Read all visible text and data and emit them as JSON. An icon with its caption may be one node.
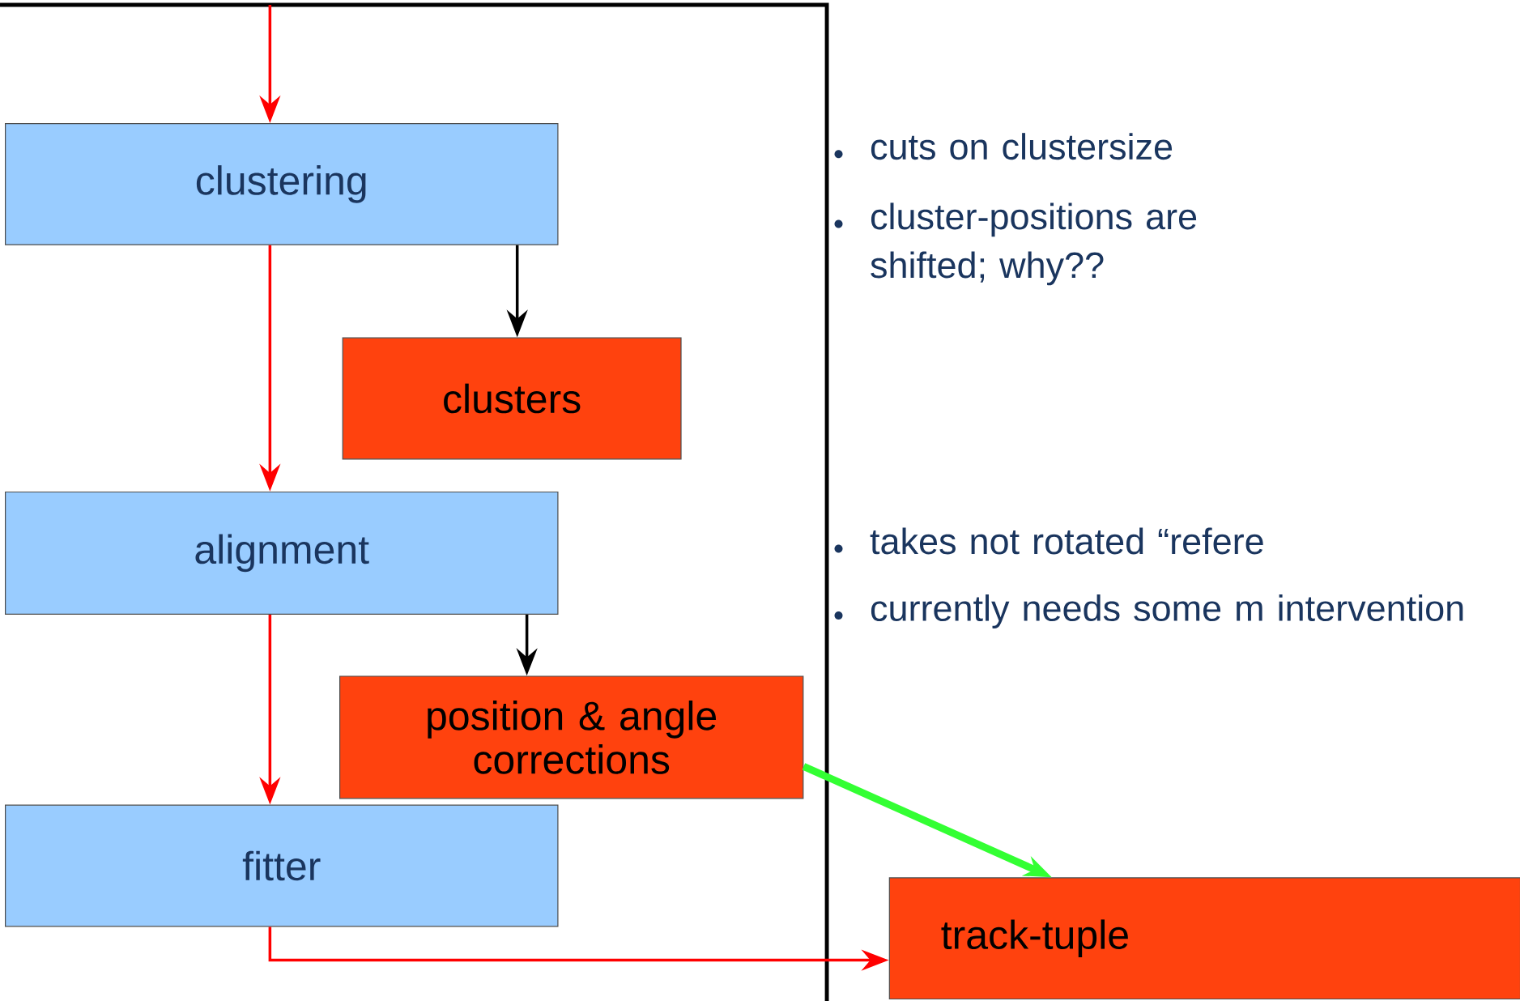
{
  "diagram": {
    "nodes": [
      {
        "text": [
          "clustering"
        ]
      },
      {
        "text": [
          "clusters"
        ]
      },
      {
        "text": [
          "alignment"
        ]
      },
      {
        "text": [
          "position & angle corrections"
        ]
      },
      {
        "text": [
          "fitter"
        ]
      },
      {
        "text": [
          "track-tuple"
        ]
      }
    ],
    "edges": [
      {
        "from": null,
        "to": 0,
        "arrow": "to"
      },
      {
        "from": 0,
        "to": 2,
        "arrow": "to"
      },
      {
        "from": 0,
        "to": 1,
        "arrow": "to",
        "color": "#000000"
      },
      {
        "from": 2,
        "to": 4,
        "arrow": "to"
      },
      {
        "from": 2,
        "to": 3,
        "arrow": "to",
        "color": "#000000"
      },
      {
        "from": 3,
        "to": 5,
        "arrow": "to",
        "style": "thick",
        "color": "#33ff33"
      },
      {
        "from": 4,
        "to": 5,
        "arrow": "to"
      }
    ],
    "labels": [
      "cuts on clustersize",
      "cluster-positions are shifted; why??",
      "takes not rotated “refere",
      "currently needs some m intervention"
    ]
  }
}
